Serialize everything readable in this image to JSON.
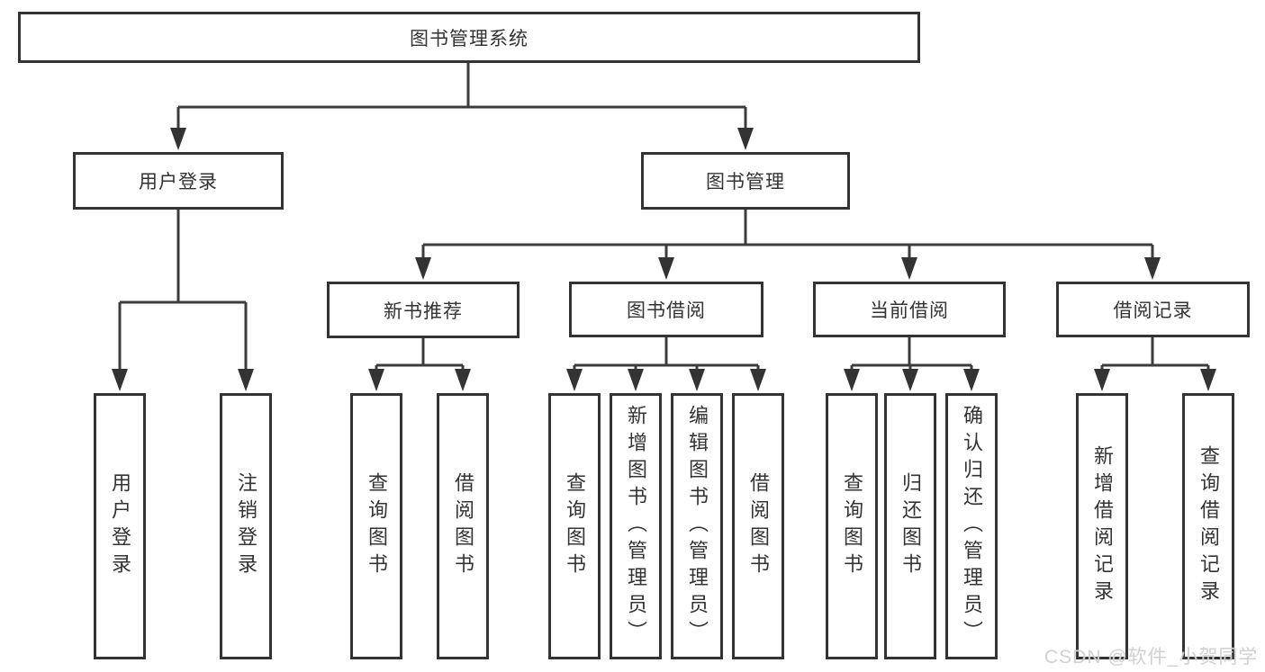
{
  "colors": {
    "background": "#ffffff",
    "box_border": "#333333",
    "connector_line": "#3c3c3c",
    "text": "#333333",
    "watermark": "#cdcdcd"
  },
  "diagram": {
    "root": {
      "label": "图书管理系统"
    },
    "branches": [
      {
        "id": "user-login",
        "label": "用户登录",
        "children": [
          "用户登录",
          "注销登录"
        ]
      },
      {
        "id": "book-management",
        "label": "图书管理"
      }
    ],
    "sections": [
      {
        "id": "new-book-recommend",
        "label": "新书推荐",
        "children": [
          "查询图书",
          "借阅图书"
        ]
      },
      {
        "id": "book-borrow",
        "label": "图书借阅",
        "children": [
          "查询图书",
          "新增图书（管理员）",
          "编辑图书（管理员）",
          "借阅图书"
        ]
      },
      {
        "id": "current-borrow",
        "label": "当前借阅",
        "children": [
          "查询图书",
          "归还图书",
          "确认归还（管理员）"
        ]
      },
      {
        "id": "borrow-records",
        "label": "借阅记录",
        "children": [
          "新增借阅记录",
          "查询借阅记录"
        ]
      }
    ]
  },
  "watermark": {
    "text": "CSDN @软件_小贺同学"
  }
}
